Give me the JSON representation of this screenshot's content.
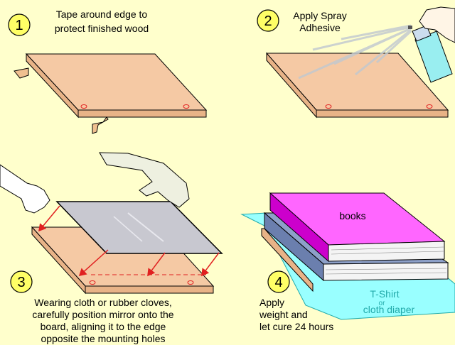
{
  "steps": [
    {
      "number": "1",
      "lines": [
        "Tape around edge to",
        "protect finished wood"
      ]
    },
    {
      "number": "2",
      "lines": [
        "Apply Spray",
        "Adhesive"
      ]
    },
    {
      "number": "3",
      "lines": [
        "Wearing cloth or rubber cloves,",
        "carefully position mirror onto the",
        "board, aligning it to the edge",
        "opposite the mounting holes"
      ]
    },
    {
      "number": "4",
      "lines": [
        "Apply",
        "weight and",
        "let cure 24 hours"
      ]
    }
  ],
  "labels": {
    "books": "books",
    "tshirt": "T-Shirt",
    "or": "or",
    "diaper": "cloth diaper"
  },
  "colors": {
    "background": "#ffffcc",
    "board_top": "#f5c9a4",
    "board_side": "#e8b387",
    "tape": "#f0c090",
    "mirror": "#c8c8d0",
    "arrow": "#e02020",
    "book_top": "#ff66ff",
    "book_spine": "#cc00cc",
    "book_blue": "#8da0c8",
    "cloth": "#99ffff",
    "cloth_text": "#22aaaa"
  }
}
